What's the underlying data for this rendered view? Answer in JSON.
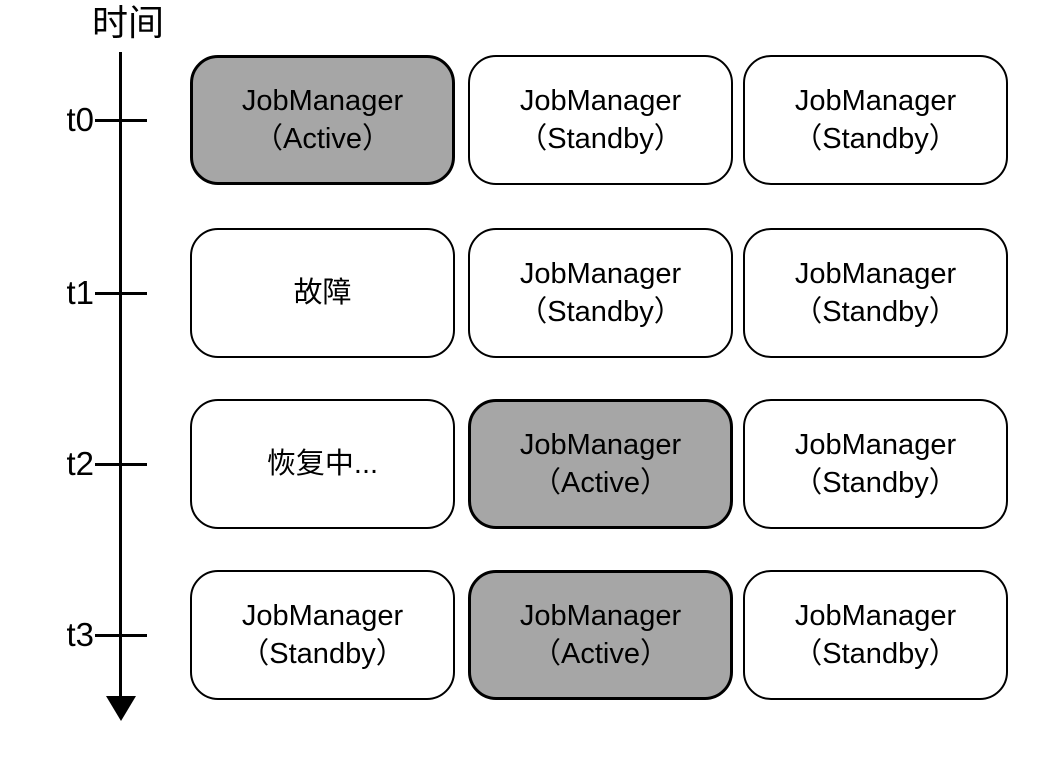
{
  "axis": {
    "label": "时间"
  },
  "colors": {
    "active_fill": "#a6a6a6",
    "normal_fill": "#ffffff",
    "stroke": "#000000"
  },
  "grid": {
    "rows": [
      {
        "tick": "t0",
        "cells": [
          {
            "line1": "JobManager",
            "line2": "（Active）",
            "state": "active"
          },
          {
            "line1": "JobManager",
            "line2": "（Standby）",
            "state": "normal"
          },
          {
            "line1": "JobManager",
            "line2": "（Standby）",
            "state": "normal"
          }
        ]
      },
      {
        "tick": "t1",
        "cells": [
          {
            "line1": "故障",
            "line2": "",
            "state": "normal"
          },
          {
            "line1": "JobManager",
            "line2": "（Standby）",
            "state": "normal"
          },
          {
            "line1": "JobManager",
            "line2": "（Standby）",
            "state": "normal"
          }
        ]
      },
      {
        "tick": "t2",
        "cells": [
          {
            "line1": "恢复中...",
            "line2": "",
            "state": "normal"
          },
          {
            "line1": "JobManager",
            "line2": "（Active）",
            "state": "active"
          },
          {
            "line1": "JobManager",
            "line2": "（Standby）",
            "state": "normal"
          }
        ]
      },
      {
        "tick": "t3",
        "cells": [
          {
            "line1": "JobManager",
            "line2": "（Standby）",
            "state": "normal"
          },
          {
            "line1": "JobManager",
            "line2": "（Active）",
            "state": "active"
          },
          {
            "line1": "JobManager",
            "line2": "（Standby）",
            "state": "normal"
          }
        ]
      }
    ]
  }
}
